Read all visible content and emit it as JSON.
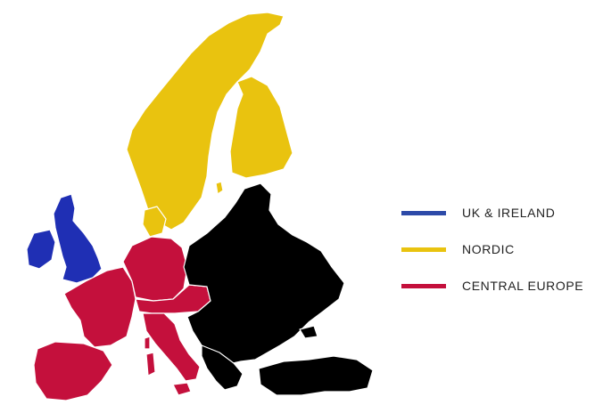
{
  "colors": {
    "uk_ireland": "#1f2fb4",
    "nordic": "#e9c30f",
    "central_europe": "#c4103c",
    "other": "#000000",
    "border": "#ffffff"
  },
  "legend": {
    "items": [
      {
        "label": "UK & IRELAND",
        "color": "#2d4aa8"
      },
      {
        "label": "NORDIC",
        "color": "#e9c30f"
      },
      {
        "label": "CENTRAL EUROPE",
        "color": "#c4103c"
      }
    ]
  }
}
